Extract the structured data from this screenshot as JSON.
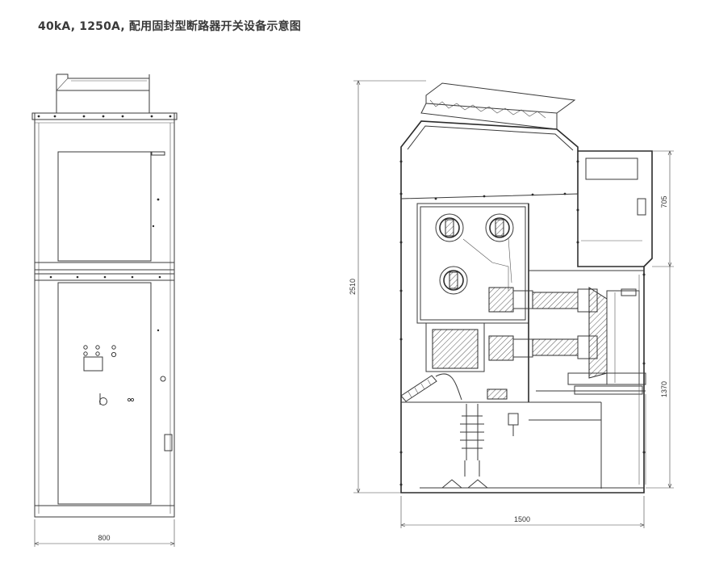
{
  "title": "40kA, 1250A, 配用固封型断路器开关设备示意图",
  "dimensions": {
    "front_width": "800",
    "side_height": "2510",
    "side_depth": "1500",
    "upper_compartment": "705",
    "lower_compartment": "1370"
  },
  "colors": {
    "line": "#3a3a3a",
    "title": "#3a3a3a"
  }
}
